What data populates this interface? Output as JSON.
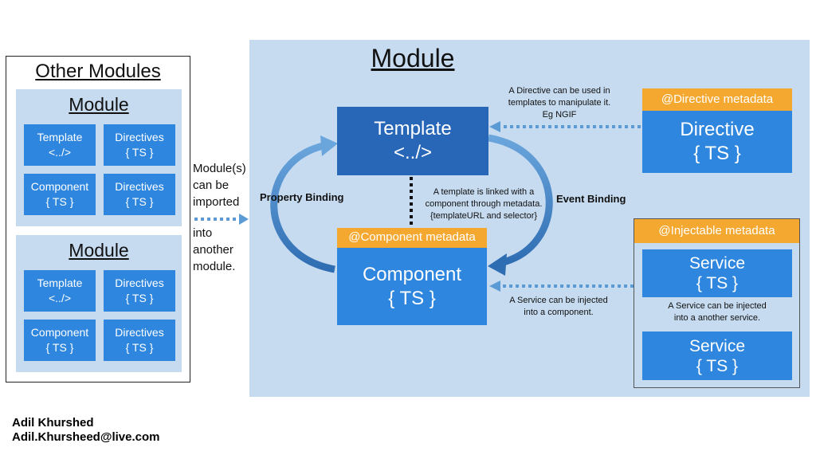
{
  "other_modules": {
    "title": "Other Modules",
    "modules": [
      {
        "title": "Module",
        "tiles": [
          {
            "line1": "Template",
            "line2": "<../>"
          },
          {
            "line1": "Directives",
            "line2": "{ TS }"
          },
          {
            "line1": "Component",
            "line2": "{ TS }"
          },
          {
            "line1": "Directives",
            "line2": "{ TS }"
          }
        ]
      },
      {
        "title": "Module",
        "tiles": [
          {
            "line1": "Template",
            "line2": "<../>"
          },
          {
            "line1": "Directives",
            "line2": "{ TS }"
          },
          {
            "line1": "Component",
            "line2": "{ TS }"
          },
          {
            "line1": "Directives",
            "line2": "{ TS }"
          }
        ]
      }
    ]
  },
  "import_note": {
    "top_lines": [
      "Module(s)",
      "can be",
      "imported"
    ],
    "bottom_lines": [
      "into",
      "another",
      "module."
    ]
  },
  "main_module": {
    "title": "Module",
    "template": {
      "line1": "Template",
      "line2": "<../>"
    },
    "component": {
      "meta": "@Component metadata",
      "line1": "Component",
      "line2": "{ TS }"
    },
    "directive": {
      "meta": "@Directive metadata",
      "line1": "Directive",
      "line2": "{ TS }"
    },
    "injectable": {
      "meta": "@Injectable metadata",
      "service1": {
        "line1": "Service",
        "line2": "{ TS }"
      },
      "service2": {
        "line1": "Service",
        "line2": "{ TS }"
      }
    },
    "notes": {
      "directive": [
        "A Directive can be used in",
        "templates to manipulate it.",
        "Eg NGIF"
      ],
      "template_link": [
        "A template is linked with a",
        "component through metadata.",
        "{templateURL and selector}"
      ],
      "service_component": [
        "A Service can be injected",
        "into a component."
      ],
      "service_service": [
        "A Service can be injected",
        "into a another service."
      ]
    },
    "property_binding": "Property  Binding",
    "event_binding": "Event Binding"
  },
  "author": {
    "name": "Adil Khurshed",
    "email": "Adil.Khursheed@live.com"
  },
  "colors": {
    "panel_bg": "#c6dbf0",
    "tile_blue": "#2e86de",
    "template_dark": "#2866b8",
    "metadata_orange": "#f5a830",
    "arrow_blue": "#5b9bd5"
  }
}
